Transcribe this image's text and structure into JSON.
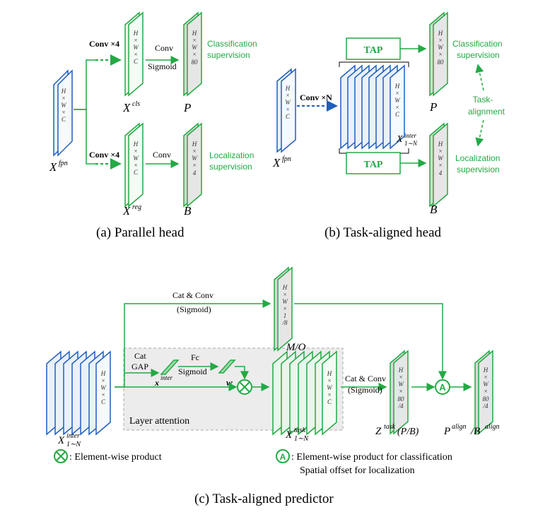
{
  "panel_a": {
    "caption": "(a)  Parallel head",
    "x_fpn": "X",
    "x_fpn_sup": "fpn",
    "x_fpn_dims": [
      "H",
      "×",
      "W",
      "×",
      "C"
    ],
    "conv4_cls": "Conv ×4",
    "conv4_reg": "Conv ×4",
    "x_cls": "X",
    "x_cls_sup": "cls",
    "x_reg": "X",
    "x_reg_sup": "reg",
    "cls_dims": [
      "H",
      "×",
      "W",
      "×",
      "C"
    ],
    "reg_dims": [
      "H",
      "×",
      "W",
      "×",
      "C"
    ],
    "conv_sigmoid_1": "Conv",
    "conv_sigmoid_2": "Sigmoid",
    "conv_loc": "Conv",
    "p_dims": [
      "H",
      "×",
      "W",
      "×",
      "80"
    ],
    "b_dims": [
      "H",
      "×",
      "W",
      "×",
      "4"
    ],
    "p_label": "P",
    "b_label": "B",
    "cls_sup_1": "Classification",
    "cls_sup_2": "supervision",
    "loc_sup_1": "Localization",
    "loc_sup_2": "supervision"
  },
  "panel_b": {
    "caption": "(b)  Task-aligned head",
    "x_fpn": "X",
    "x_fpn_sup": "fpn",
    "x_fpn_dims": [
      "H",
      "×",
      "W",
      "×",
      "C"
    ],
    "conv_n": "Conv ×N",
    "tap_top": "TAP",
    "tap_bottom": "TAP",
    "stack_dims": [
      "H",
      "×",
      "W",
      "×",
      "C"
    ],
    "x_inter": "X",
    "x_inter_sup": "inter",
    "x_inter_sub": "1∼N",
    "p_dims": [
      "H",
      "×",
      "W",
      "×",
      "80"
    ],
    "b_dims": [
      "H",
      "×",
      "W",
      "×",
      "4"
    ],
    "p_label": "P",
    "b_label": "B",
    "cls_sup_1": "Classification",
    "cls_sup_2": "supervision",
    "loc_sup_1": "Localization",
    "loc_sup_2": "supervision",
    "task_align_1": "Task-",
    "task_align_2": "alignment"
  },
  "panel_c": {
    "caption": "(c)  Task-aligned predictor",
    "stack_dims": [
      "H",
      "×",
      "W",
      "×",
      "C"
    ],
    "x_inter": "X",
    "x_inter_sup": "inter",
    "x_inter_sub": "1∼N",
    "cat_conv_top_1": "Cat & Conv",
    "cat_conv_top_2": "(Sigmoid)",
    "mo_dims": [
      "H",
      "×",
      "W",
      "×",
      "1",
      "/8"
    ],
    "mo_label": "M/O",
    "cat": "Cat",
    "gap": "GAP",
    "fc": "Fc",
    "sigmoid": "Sigmoid",
    "x_inter_vec": "x",
    "x_inter_vec_sup": "inter",
    "w_vec": "w",
    "layer_attention": "Layer attention",
    "task_dims": [
      "H",
      "×",
      "W",
      "×",
      "C"
    ],
    "x_task": "X",
    "x_task_sup": "task",
    "x_task_sub": "1∼N",
    "cat_conv_mid_1": "Cat & Conv",
    "cat_conv_mid_2": "(Sigmoid)",
    "z_dims": [
      "H",
      "×",
      "W",
      "×",
      "80",
      "/4"
    ],
    "z_label": "Z",
    "z_sup": "task",
    "z_tail": "(P/B)",
    "align_dims": [
      "H",
      "×",
      "W",
      "×",
      "80",
      "/4"
    ],
    "align_label_p": "P",
    "align_label_p_sup": "align",
    "align_label_b": "/B",
    "align_label_b_sup": "align",
    "a_symbol": "A",
    "legend_x": ": Element-wise product",
    "legend_a_1": ": Element-wise product for classification",
    "legend_a_2": "Spatial offset for localization"
  },
  "colors": {
    "blue_stroke": "#1f5fbf",
    "blue_fill": "#eaf1fb",
    "green_stroke": "#22aa44",
    "gray_fill": "#d8d8d8",
    "arrow_green": "#22aa44",
    "arrow_blue": "#1f5fbf"
  }
}
